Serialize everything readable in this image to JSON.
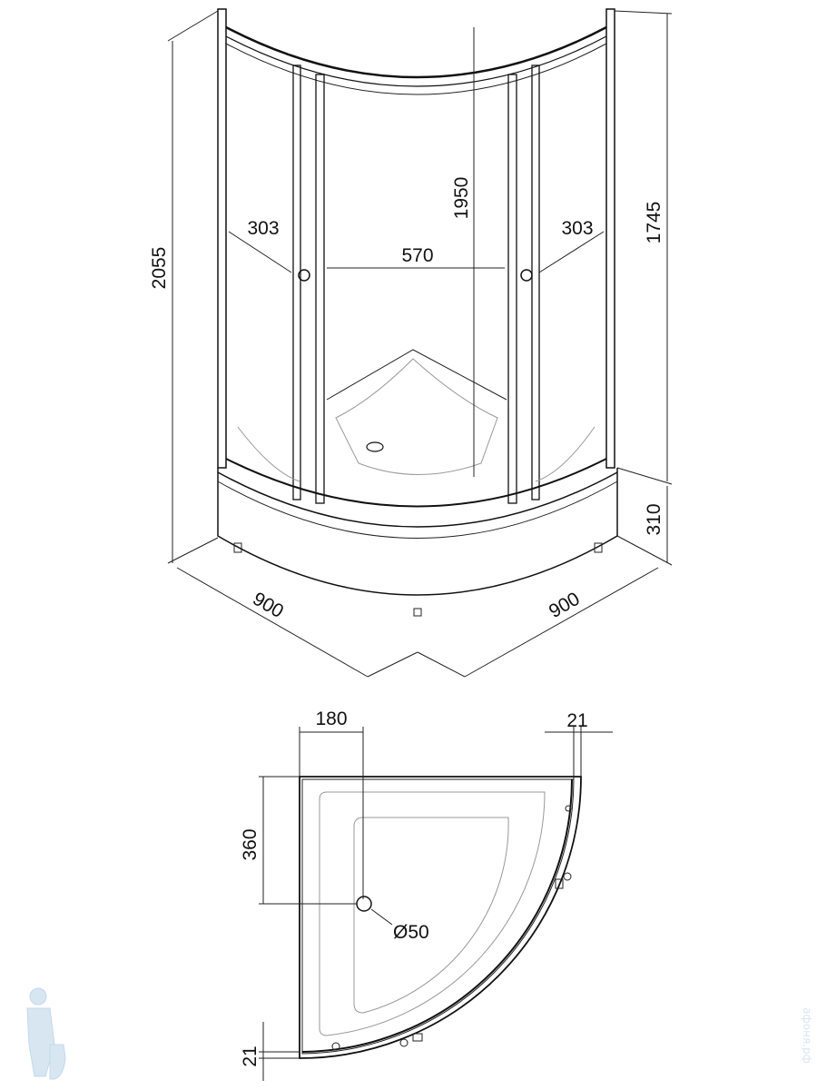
{
  "elevation_view": {
    "door_width_left": "303",
    "door_opening": "570",
    "door_height": "1950",
    "door_width_right": "303",
    "total_height": "2055",
    "panel_height": "1745",
    "tray_height": "310",
    "depth_left": "900",
    "depth_right": "900"
  },
  "plan_view": {
    "drain_offset_x": "180",
    "frame_offset_top": "21",
    "drain_offset_y": "360",
    "drain_diameter": "Ø50",
    "frame_offset_bottom": "21"
  },
  "watermark": {
    "text": "афоня.рф"
  }
}
